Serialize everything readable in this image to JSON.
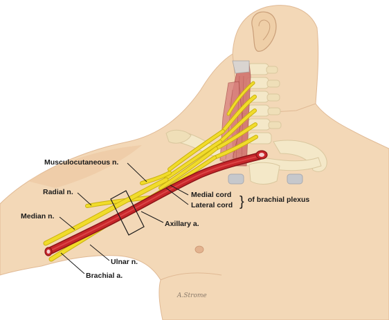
{
  "labels": {
    "musculocutaneous": "Musculocutaneous n.",
    "radial": "Radial n.",
    "median": "Median n.",
    "ulnar": "Ulnar n.",
    "brachial": "Brachial a.",
    "axillary": "Axillary a.",
    "medial_cord": "Medial cord",
    "lateral_cord": "Lateral cord",
    "brace": "}",
    "plexus": "of brachial plexus"
  },
  "signature": "A.Strome",
  "colors": {
    "skin": "#f3d8b7",
    "skin_shadow": "#e6c29a",
    "bone": "#f4e8c8",
    "bone_edge": "#d9c79e",
    "cartilage": "#c6c8cc",
    "muscle": "#cf6e6a",
    "nerve": "#f1dc2b",
    "nerve_edge": "#c8b010",
    "artery": "#c7262a",
    "artery_edge": "#8c1518",
    "leader": "#1a1a1a"
  }
}
